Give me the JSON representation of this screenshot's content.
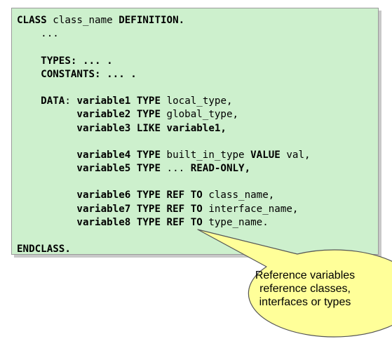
{
  "code": {
    "lines": [
      [
        {
          "t": "CLASS",
          "b": true
        },
        {
          "t": " class_name ",
          "b": false
        },
        {
          "t": "DEFINITION.",
          "b": true
        }
      ],
      [
        {
          "t": "    ...",
          "b": false
        }
      ],
      [],
      [
        {
          "t": "    TYPES: ... .",
          "b": true
        }
      ],
      [
        {
          "t": "    CONSTANTS: ... .",
          "b": true
        }
      ],
      [],
      [
        {
          "t": "    DATA",
          "b": true
        },
        {
          "t": ": ",
          "b": false
        },
        {
          "t": "variable1 TYPE",
          "b": true
        },
        {
          "t": " local_type,",
          "b": false
        }
      ],
      [
        {
          "t": "          variable2 TYPE",
          "b": true
        },
        {
          "t": " global_type,",
          "b": false
        }
      ],
      [
        {
          "t": "          variable3 LIKE variable1,",
          "b": true
        }
      ],
      [],
      [
        {
          "t": "          variable4 TYPE",
          "b": true
        },
        {
          "t": " built_in_type ",
          "b": false
        },
        {
          "t": "VALUE",
          "b": true
        },
        {
          "t": " val,",
          "b": false
        }
      ],
      [
        {
          "t": "          variable5 TYPE",
          "b": true
        },
        {
          "t": " ... ",
          "b": false
        },
        {
          "t": "READ-ONLY,",
          "b": true
        }
      ],
      [],
      [
        {
          "t": "          variable6 TYPE REF TO",
          "b": true
        },
        {
          "t": " class_name,",
          "b": false
        }
      ],
      [
        {
          "t": "          variable7 TYPE REF TO",
          "b": true
        },
        {
          "t": " interface_name,",
          "b": false
        }
      ],
      [
        {
          "t": "          variable8 TYPE REF TO",
          "b": true
        },
        {
          "t": " type_name.",
          "b": false
        }
      ],
      [],
      [
        {
          "t": "ENDCLASS.",
          "b": true
        }
      ]
    ]
  },
  "callout": {
    "line1": "Reference variables",
    "line2": "reference classes,",
    "line3": "interfaces or types"
  },
  "colors": {
    "code_background": "#cdf0cd",
    "callout_fill": "#ffff99"
  }
}
